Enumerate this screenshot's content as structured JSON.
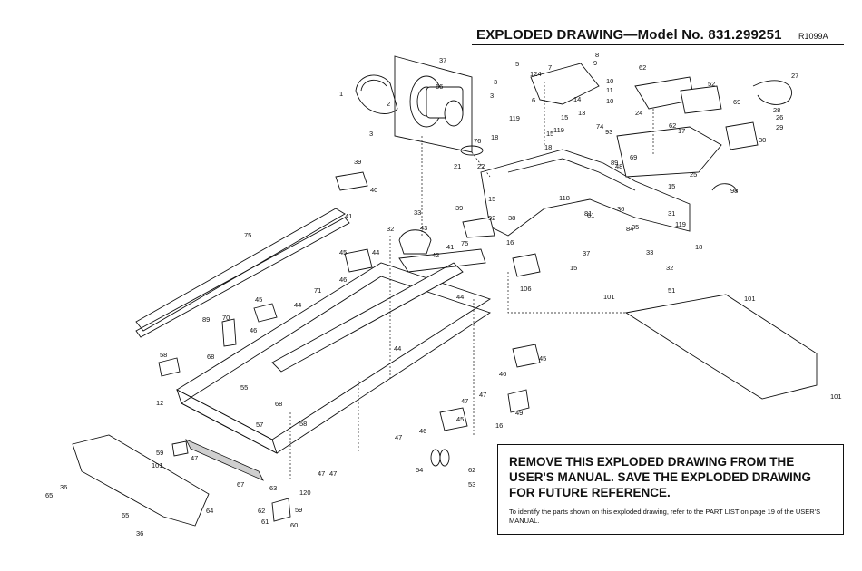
{
  "header": {
    "title": "EXPLODED DRAWING—Model No. 831.299251",
    "code": "R1099A"
  },
  "notice": {
    "heading": "REMOVE THIS EXPLODED DRAWING FROM THE USER'S MANUAL. SAVE THE EXPLODED DRAWING FOR FUTURE REFERENCE.",
    "body": "To identify the parts shown on this exploded drawing, refer to the PART LIST on page 19 of the USER'S MANUAL."
  },
  "part_labels": [
    "1",
    "2",
    "3",
    "3",
    "3",
    "5",
    "6",
    "7",
    "8",
    "9",
    "10",
    "10",
    "11",
    "12",
    "13",
    "14",
    "15",
    "15",
    "15",
    "15",
    "15",
    "16",
    "16",
    "17",
    "18",
    "18",
    "18",
    "21",
    "22",
    "24",
    "25",
    "26",
    "27",
    "28",
    "29",
    "30",
    "31",
    "32",
    "32",
    "33",
    "33",
    "35",
    "36",
    "36",
    "36",
    "37",
    "37",
    "38",
    "39",
    "39",
    "40",
    "41",
    "41",
    "42",
    "43",
    "44",
    "44",
    "44",
    "44",
    "45",
    "45",
    "45",
    "45",
    "46",
    "46",
    "46",
    "46",
    "47",
    "47",
    "47",
    "47",
    "47",
    "47",
    "48",
    "49",
    "51",
    "52",
    "53",
    "54",
    "55",
    "57",
    "58",
    "58",
    "59",
    "59",
    "60",
    "61",
    "61",
    "62",
    "62",
    "62",
    "62",
    "63",
    "64",
    "65",
    "65",
    "66",
    "67",
    "68",
    "68",
    "69",
    "69",
    "70",
    "71",
    "74",
    "75",
    "75",
    "76",
    "81",
    "84",
    "89",
    "89",
    "92",
    "93",
    "98",
    "101",
    "101",
    "101",
    "101",
    "106",
    "118",
    "119",
    "119",
    "119",
    "120",
    "124"
  ]
}
